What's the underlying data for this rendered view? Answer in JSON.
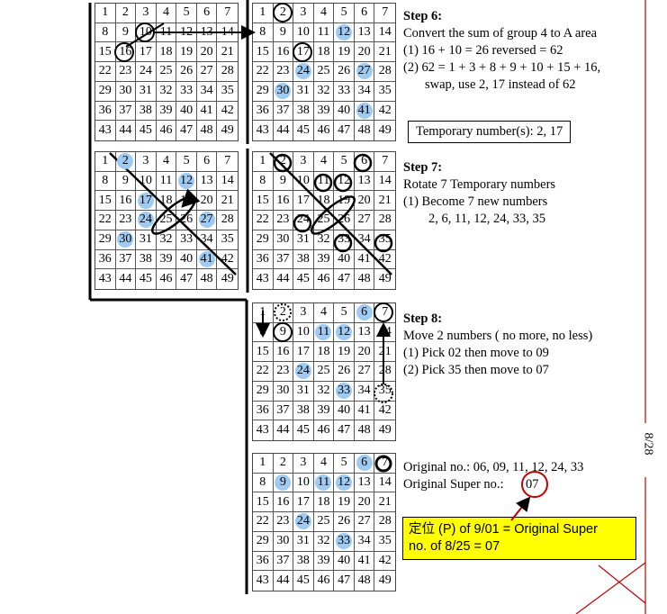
{
  "grid_numbers": [
    "1",
    "2",
    "3",
    "4",
    "5",
    "6",
    "7",
    "8",
    "9",
    "10",
    "11",
    "12",
    "13",
    "14",
    "15",
    "16",
    "17",
    "18",
    "19",
    "20",
    "21",
    "22",
    "23",
    "24",
    "25",
    "26",
    "27",
    "28",
    "29",
    "30",
    "31",
    "32",
    "33",
    "34",
    "35",
    "36",
    "37",
    "38",
    "39",
    "40",
    "41",
    "42",
    "43",
    "44",
    "45",
    "46",
    "47",
    "48",
    "49"
  ],
  "grids": [
    {
      "id": "g1",
      "highlight": []
    },
    {
      "id": "g2",
      "highlight": [
        "12",
        "24",
        "27",
        "30",
        "41"
      ]
    },
    {
      "id": "g3",
      "highlight": [
        "2",
        "12",
        "17",
        "24",
        "27",
        "30",
        "41"
      ]
    },
    {
      "id": "g4",
      "highlight": []
    },
    {
      "id": "g5",
      "highlight": [
        "6",
        "11",
        "12",
        "24",
        "33"
      ]
    },
    {
      "id": "g6",
      "highlight": [
        "6",
        "9",
        "11",
        "12",
        "24",
        "33"
      ]
    }
  ],
  "step6": {
    "title": "Step 6:",
    "line1": "Convert the sum of group 4 to A area",
    "line2": "(1) 16 + 10 = 26 reversed = 62",
    "line3": "(2) 62 = 1 + 3 + 8 + 9 + 10 + 15 + 16,",
    "line4": "swap, use 2, 17 instead of 62",
    "temp_box": "Temporary number(s):  2, 17"
  },
  "step7": {
    "title": "Step 7:",
    "line1": "Rotate 7 Temporary numbers",
    "line2": "(1) Become 7 new numbers",
    "line3": "2, 6, 11, 12, 24, 33, 35"
  },
  "step8": {
    "title": "Step 8:",
    "line1": "Move 2 numbers ( no more, no less)",
    "line2": "(1)  Pick 02 then move to 09",
    "line3": "(2) Pick 35 then move to 07"
  },
  "result": {
    "line1": "Original no.:  06, 09, 11, 12, 24, 33",
    "line2_label": "Original Super no.:",
    "super_value": "07"
  },
  "note": {
    "line1": "定位 (P) of 9/01 = Original Super",
    "line2": "no. of 8/25 = 07"
  },
  "date_label": "8/28",
  "colors": {
    "highlight": "#9fcbf3",
    "note_bg": "#ffff00",
    "accent_red": "#c00000"
  }
}
